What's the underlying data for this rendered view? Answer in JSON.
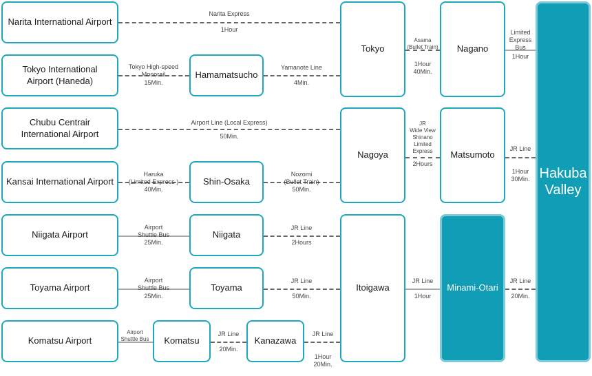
{
  "origins": {
    "narita": "Narita International Airport",
    "haneda": "Tokyo International\nAirport (Haneda)",
    "chubu": "Chubu Centrair\nInternational Airport",
    "kansai": "Kansai International Airport",
    "niigata_airport": "Niigata Airport",
    "toyama_airport": "Toyama Airport",
    "komatsu_airport": "Komatsu Airport"
  },
  "transfers": {
    "hamamatsucho": "Hamamatsucho",
    "shin_osaka": "Shin-Osaka",
    "niigata": "Niigata",
    "toyama": "Toyama",
    "komatsu": "Komatsu",
    "kanazawa": "Kanazawa"
  },
  "hubs": {
    "tokyo": "Tokyo",
    "nagoya": "Nagoya",
    "itoigawa": "Itoigawa"
  },
  "gateways": {
    "nagano": "Nagano",
    "matsumoto": "Matsumoto",
    "minami_otari": "Minami-Otari"
  },
  "destination": {
    "hakuba": "Hakuba\nValley"
  },
  "routes": {
    "narita_tokyo": {
      "name": "Narita Express",
      "time": "1Hour"
    },
    "haneda_hama": {
      "name": "Tokyo High-speed\nMonorail",
      "time": "15Min."
    },
    "hama_tokyo": {
      "name": "Yamanote Line",
      "time": "4Min."
    },
    "tokyo_nagano": {
      "name": "Asama\n(Bullet Train)",
      "time": "1Hour\n40Min."
    },
    "nagano_hakuba": {
      "name": "Limited\nExpress\nBus",
      "time": "1Hour"
    },
    "chubu_nagoya": {
      "name": "Airport Line (Local Express)",
      "time": "50Min."
    },
    "kansai_shinosaka": {
      "name": "Haruka\n(Limited Express )",
      "time": "40Min."
    },
    "shinosaka_nagoya": {
      "name": "Nozomi\n(Bullet Train)",
      "time": "50Min."
    },
    "nagoya_matsumoto": {
      "name": "JR\nWide View\nShinano\nLimited\nExpress",
      "time": "2Hours"
    },
    "matsumoto_hakuba": {
      "name": "JR Line",
      "time": "1Hour\n30Min."
    },
    "niigataap_niigata": {
      "name": "Airport\nShuttle Bus",
      "time": "25Min."
    },
    "niigata_itoigawa": {
      "name": "JR Line",
      "time": "2Hours"
    },
    "toyamaap_toyama": {
      "name": "Airport\nShuttle Bus",
      "time": "25Min."
    },
    "toyama_itoigawa": {
      "name": "JR Line",
      "time": "50Min."
    },
    "komatsuap_komatsu": {
      "name": "Airport\nShuttle Bus",
      "time": ""
    },
    "komatsu_kanazawa": {
      "name": "JR Line",
      "time": "20Min."
    },
    "kanazawa_itoigawa": {
      "name": "JR Line",
      "time": "1Hour\n20Min."
    },
    "itoigawa_minami": {
      "name": "JR Line",
      "time": "1Hour"
    },
    "minami_hakuba": {
      "name": "JR Line",
      "time": "20Min."
    }
  },
  "colors": {
    "accent": "#1fa7bd",
    "fill": "#109db5",
    "dash": "#666666",
    "solid": "#a8a8a8"
  }
}
